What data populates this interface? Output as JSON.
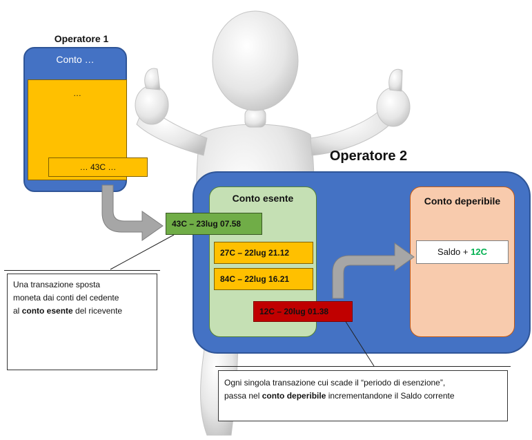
{
  "operator1": {
    "title": "Operatore 1",
    "account_label": "Conto …",
    "inner_placeholder": "…",
    "transaction": "… 43C …"
  },
  "operator2": {
    "title": "Operatore 2",
    "exempt_account": {
      "title": "Conto esente",
      "transactions": [
        "43C – 23lug 07.58",
        "27C – 22lug 21.12",
        "84C – 22lug 16.21",
        "12C – 20lug 01.38"
      ]
    },
    "perishable_account": {
      "title": "Conto deperibile",
      "saldo_label": "Saldo + ",
      "saldo_amount": "12C"
    }
  },
  "notes": {
    "transfer": {
      "line1": "Una transazione sposta",
      "line2": "moneta dai conti del cedente",
      "line3_pre": "al ",
      "line3_bold": "conto esente",
      "line3_post": " del ricevente"
    },
    "expiry": {
      "line1": "Ogni singola transazione cui scade il “periodo di esenzione”,",
      "line2_pre": "passa nel ",
      "line2_bold": "conto deperibile",
      "line2_post": " incrementandone il Saldo corrente"
    }
  },
  "colors": {
    "operator_blue": "#4472c4",
    "exempt_green": "#c5e0b4",
    "perishable_peach": "#f8cbad",
    "tx_green": "#70ad47",
    "tx_orange": "#ffc000",
    "tx_red": "#c00000",
    "saldo_amount_green": "#00b050",
    "arrow_gray": "#a6a6a6"
  },
  "figure": "thumbs-up-3d-person"
}
